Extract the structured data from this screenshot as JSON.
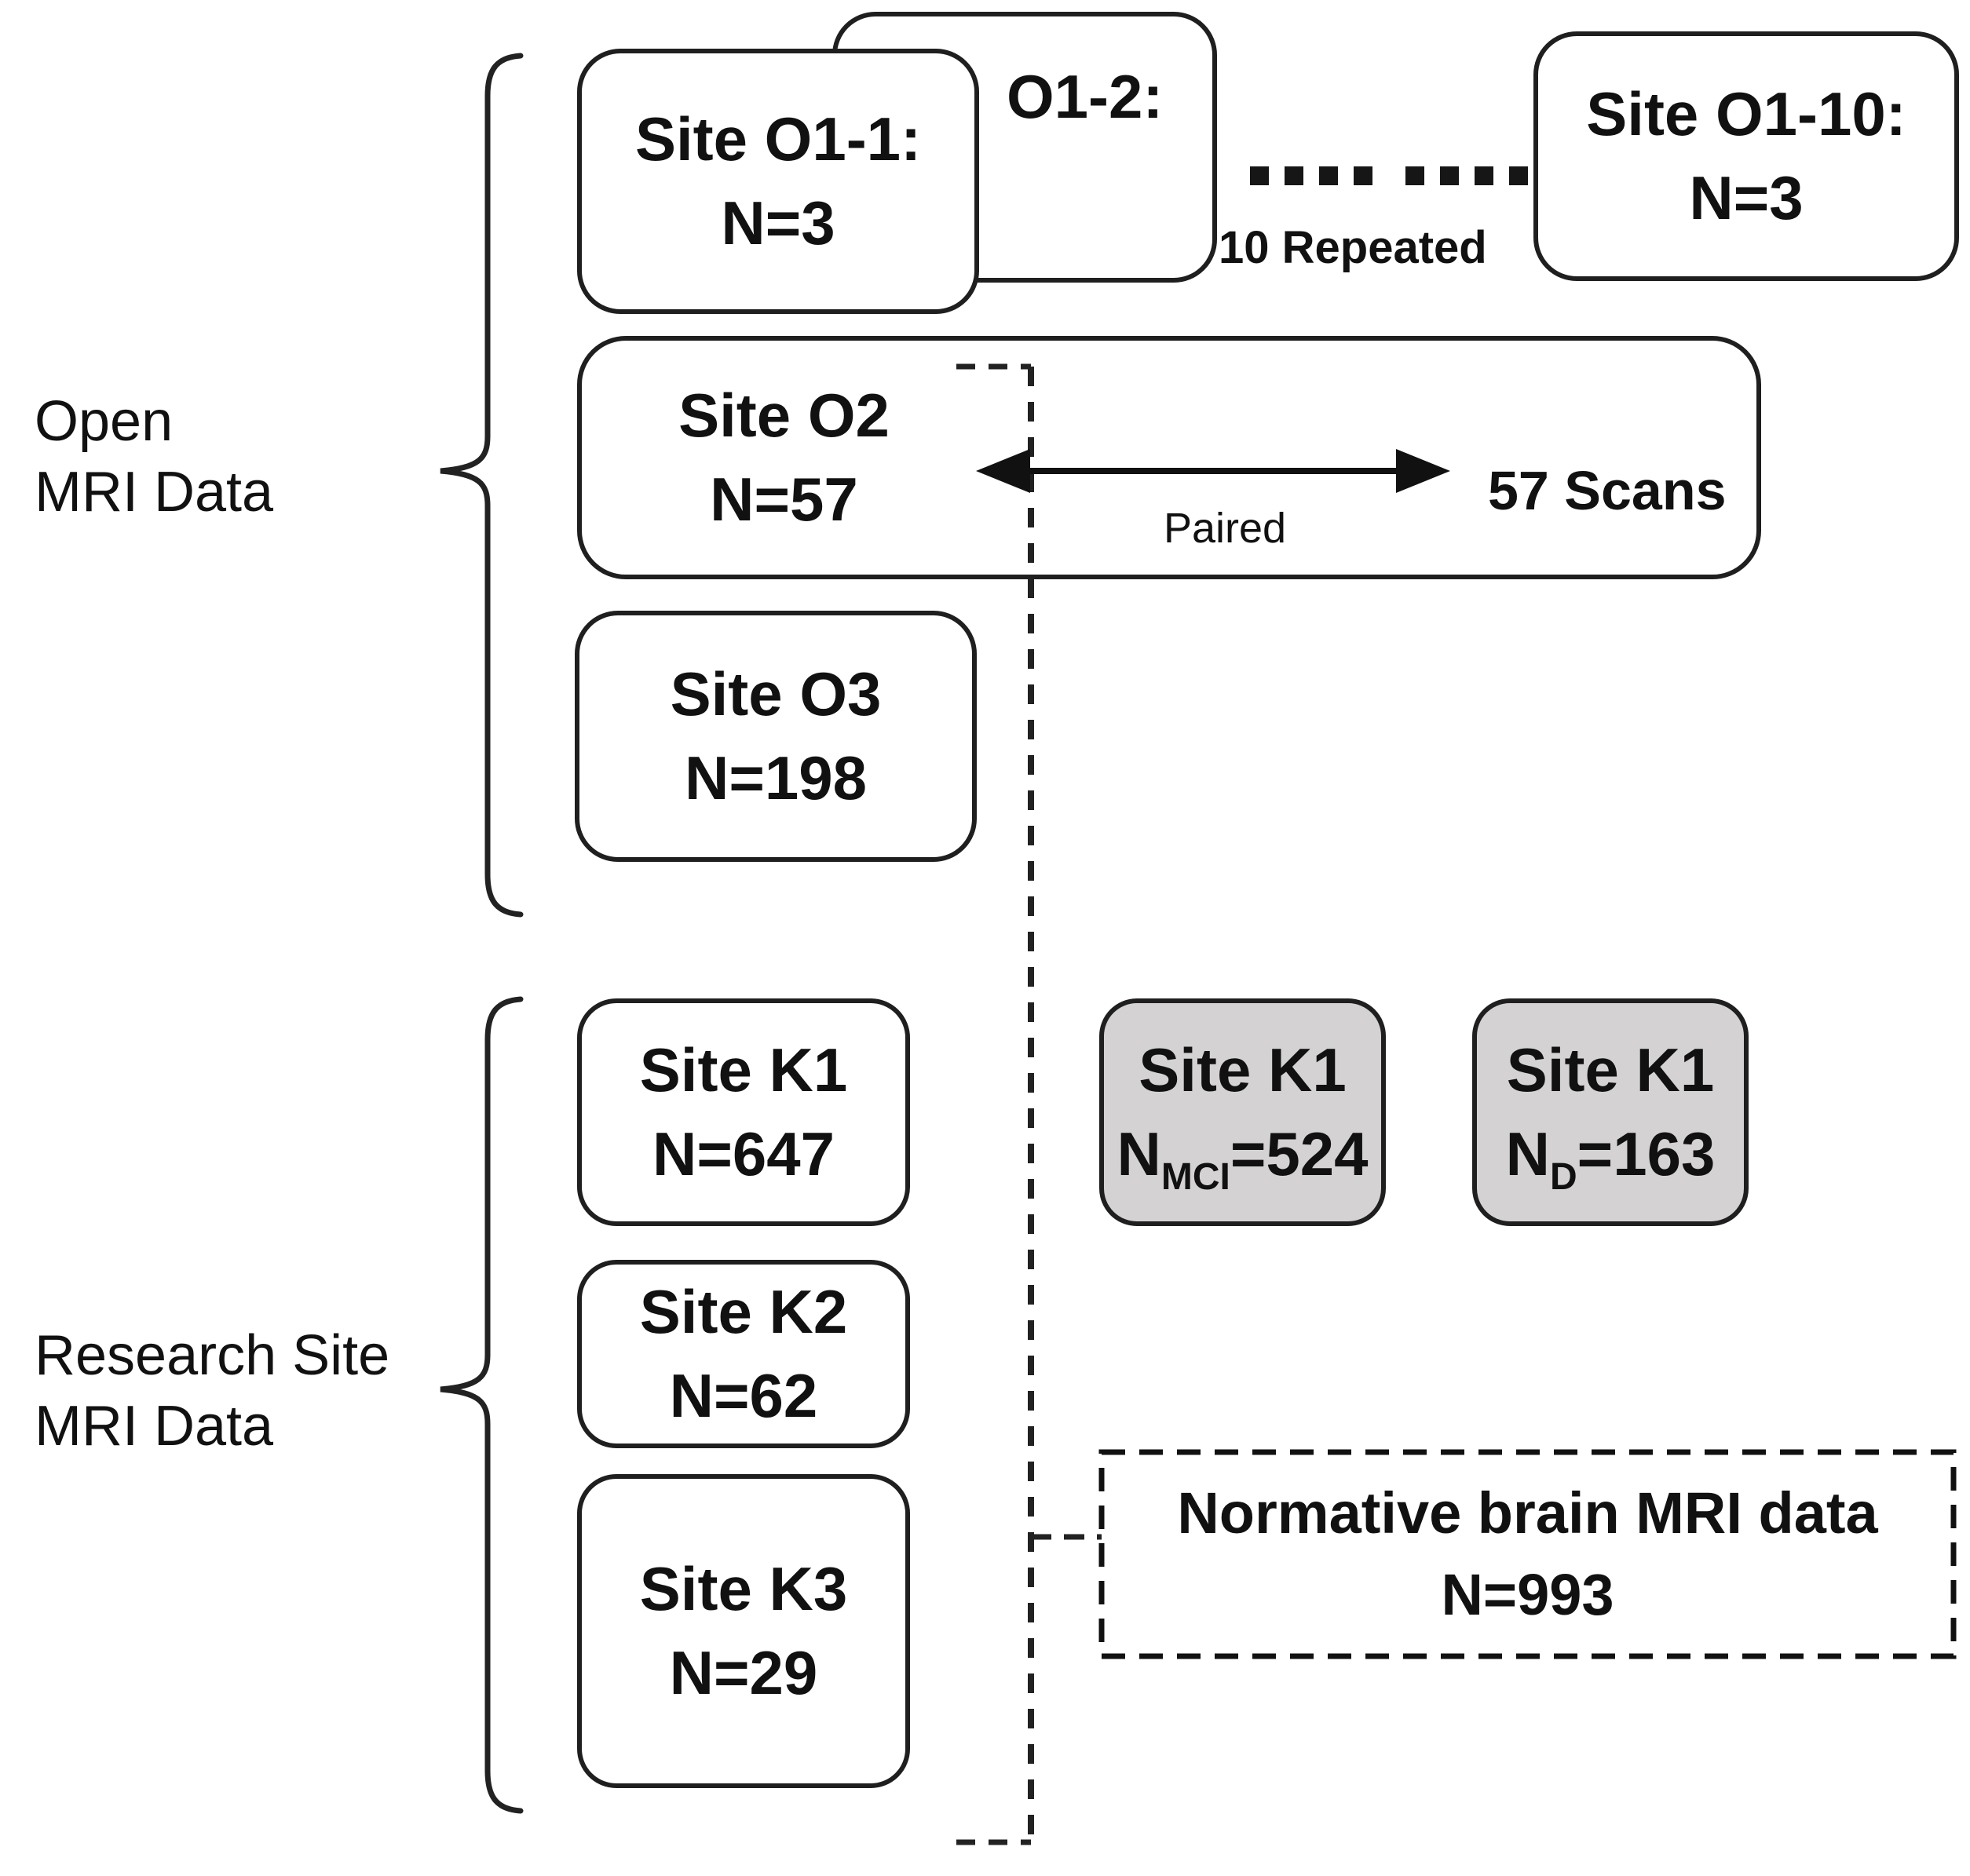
{
  "labels": {
    "open_group_line1": "Open",
    "open_group_line2": "MRI Data",
    "research_group_line1": "Research Site",
    "research_group_line2": "MRI Data",
    "repeated_note": "10 Repeated",
    "paired": "Paired",
    "scans": "57 Scans"
  },
  "boxes": {
    "o1_1": {
      "title": "Site O1-1:",
      "n": "N=3"
    },
    "o1_2": {
      "title": "O1-2:"
    },
    "o1_10": {
      "title": "Site O1-10:",
      "n": "N=3"
    },
    "o2": {
      "title": "Site O2",
      "n": "N=57"
    },
    "o3": {
      "title": "Site O3",
      "n": "N=198"
    },
    "k1": {
      "title": "Site K1",
      "n": "N=647"
    },
    "k1_mci": {
      "title": "Site K1",
      "n_base": "N",
      "n_sub": "MCI",
      "n_rest": "=524"
    },
    "k1_d": {
      "title": "Site K1",
      "n_base": "N",
      "n_sub": "D",
      "n_rest": "=163"
    },
    "k2": {
      "title": "Site K2",
      "n": "N=62"
    },
    "k3": {
      "title": "Site K3",
      "n": "N=29"
    },
    "normative": {
      "title": "Normative brain MRI data",
      "n": "N=993"
    }
  },
  "colors": {
    "background": "#ffffff",
    "box_border": "#1f1f1f",
    "text": "#111111",
    "gray_fill": "#d4d2d2",
    "connector": "#222222"
  }
}
